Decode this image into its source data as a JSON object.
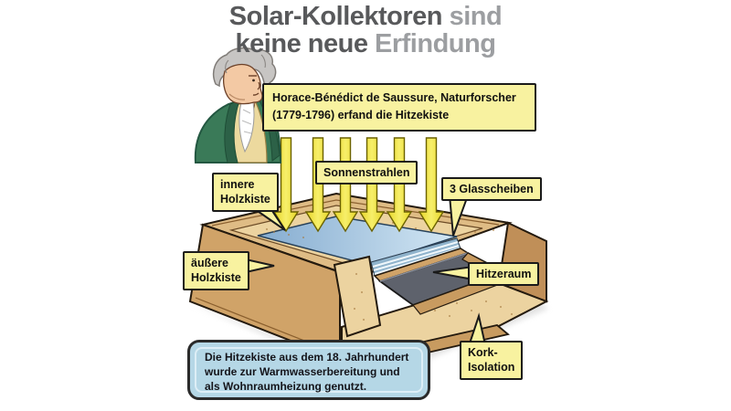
{
  "title": {
    "line1_dark": "Solar-Kollektoren",
    "line1_light": "sind",
    "line2_dark": "keine neue",
    "line2_light": "Erfindung"
  },
  "inventor_box": {
    "text": "Horace-Bénédict de Saussure, Naturforscher\n(1779-1796) erfand die Hitzekiste"
  },
  "labels": {
    "sun_rays": "Sonnenstrahlen",
    "inner_box": "innere\nHolzkiste",
    "glass_panes": "3 Glasscheiben",
    "outer_box": "äußere\nHolzkiste",
    "heat_chamber": "Hitzeraum",
    "cork_insulation": "Kork-\nIsolation"
  },
  "caption_box": {
    "text": "Die Hitzekiste aus dem 18. Jahrhundert\nwurde zur Warmwasserbereitung und\nals Wohnraumheizung genutzt."
  },
  "diagram": {
    "sun_ray_count": 6,
    "glass_pane_count": 3
  },
  "colors": {
    "background": "#ffffff",
    "title_dark": "#58595b",
    "title_light": "#9c9ea1",
    "label_bg": "#f8f2a0",
    "label_border": "#1a1a1a",
    "arrow_yellow": "#f0e63a",
    "wood": "#d0a368",
    "wood_dark": "#c08f58",
    "wood_light": "#dfbc85",
    "cork": "#ecd3a0",
    "glass_light": "#d3e7f4",
    "glass_dark": "#85acd0",
    "heat_chamber_gray": "#5e626c",
    "caption_bg": "#b5d7e6",
    "coat_green": "#3a7a58",
    "vest_cream": "#ecd99e",
    "skin": "#f3c9a4",
    "hair_gray": "#c7c5c3"
  }
}
